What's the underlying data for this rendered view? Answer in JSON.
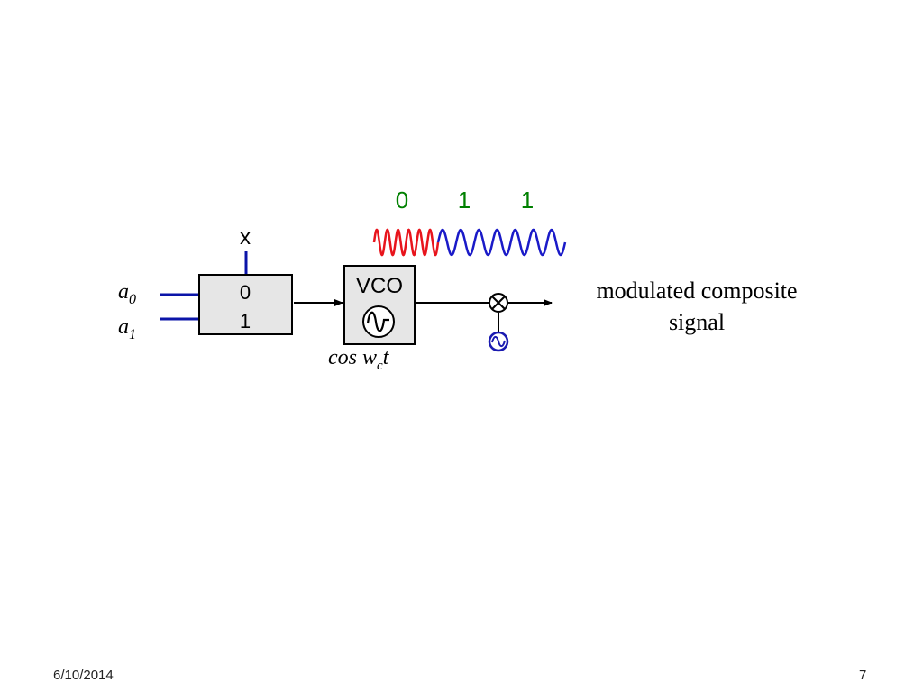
{
  "bits": [
    "0",
    "1",
    "1"
  ],
  "mux": {
    "select_label": "x",
    "input_0": "0",
    "input_1": "1"
  },
  "inputs": {
    "a0_base": "a",
    "a0_sub": "0",
    "a1_base": "a",
    "a1_sub": "1"
  },
  "vco": {
    "label": "VCO",
    "caption_cos": "cos",
    "caption_w": "w",
    "caption_sub": "c",
    "caption_t": "t"
  },
  "output": {
    "line1": "modulated composite",
    "line2": "signal"
  },
  "footer": {
    "date": "6/10/2014",
    "page": "7"
  },
  "colors": {
    "bit_label": "#008000",
    "wave_zero": "#e8141c",
    "wave_one": "#1a1ac8",
    "input_line": "#0b14a8",
    "select_line": "#0b14a8",
    "mux_fill": "#e6e6e6",
    "carrier_circle": "#1a1ab0"
  }
}
